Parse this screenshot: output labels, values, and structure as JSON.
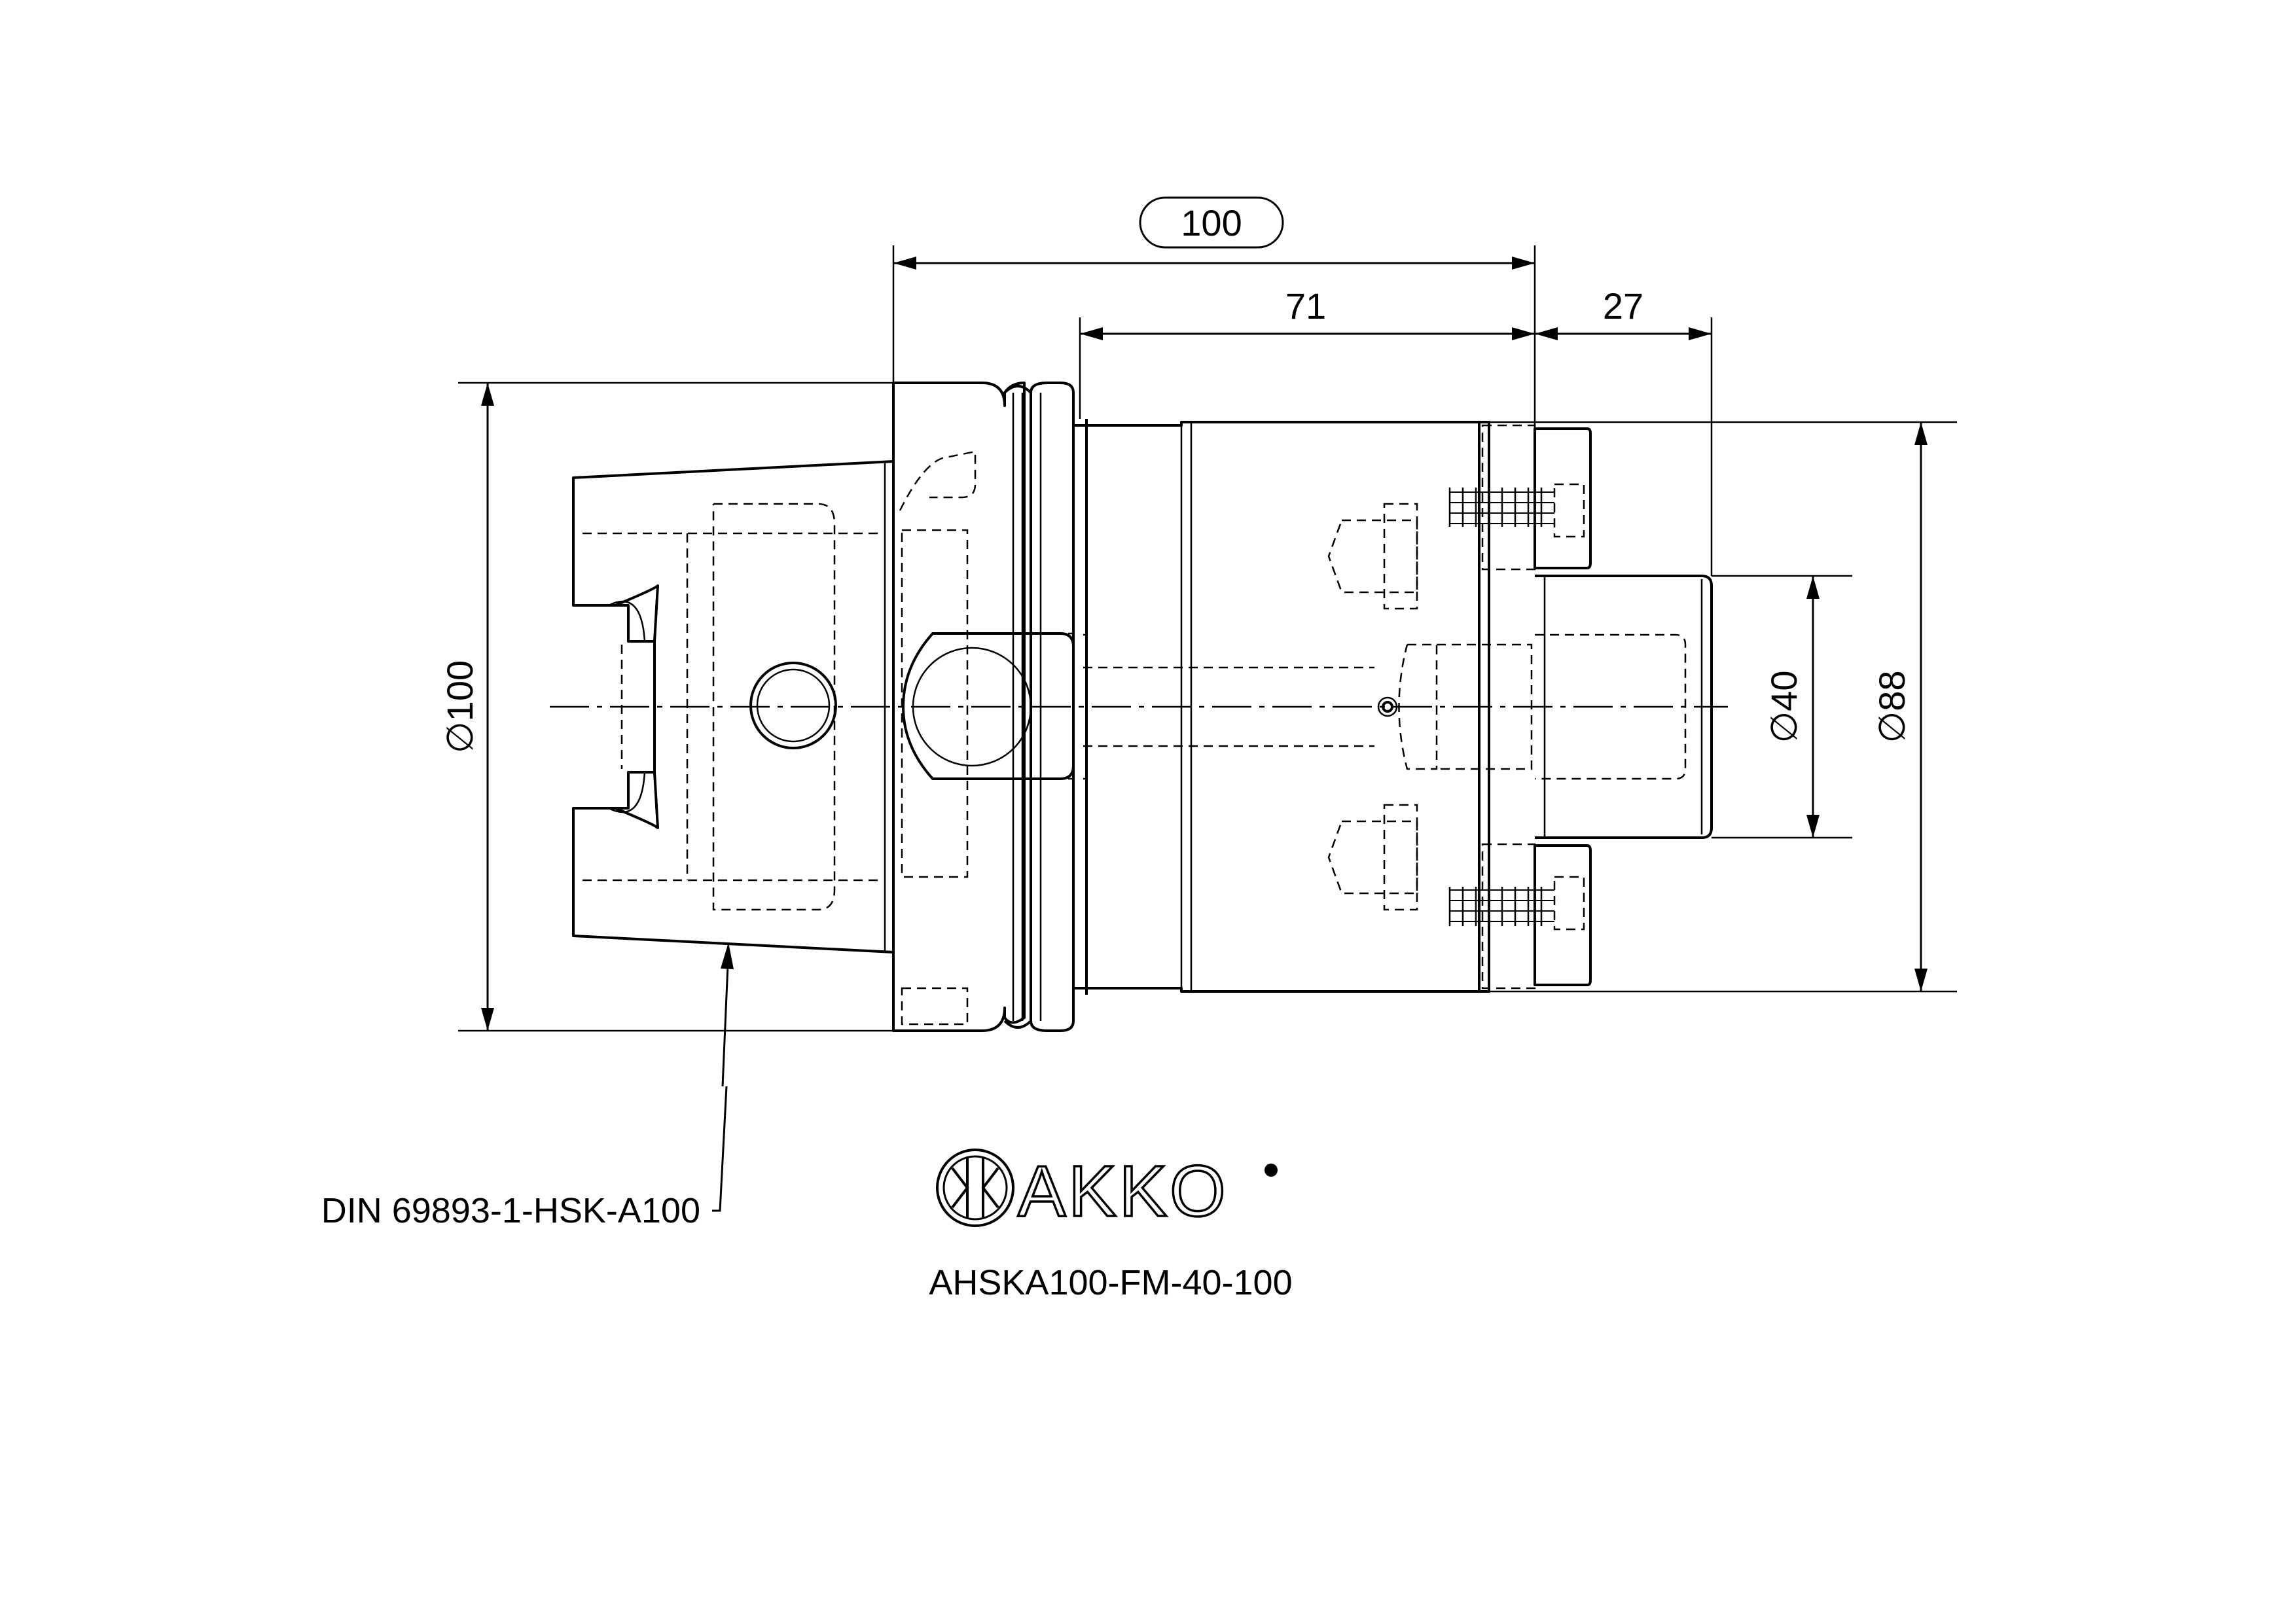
{
  "dimensions": {
    "overall_length": "100",
    "body_length": "71",
    "spigot_length": "27",
    "shank_diameter": "∅100",
    "spigot_diameter": "∅40",
    "body_diameter": "∅88"
  },
  "callout": {
    "standard": "DIN 69893-1-HSK-A100"
  },
  "brand": {
    "logo_text": "AKKO"
  },
  "product": {
    "code": "AHSKA100-FM-40-100"
  }
}
